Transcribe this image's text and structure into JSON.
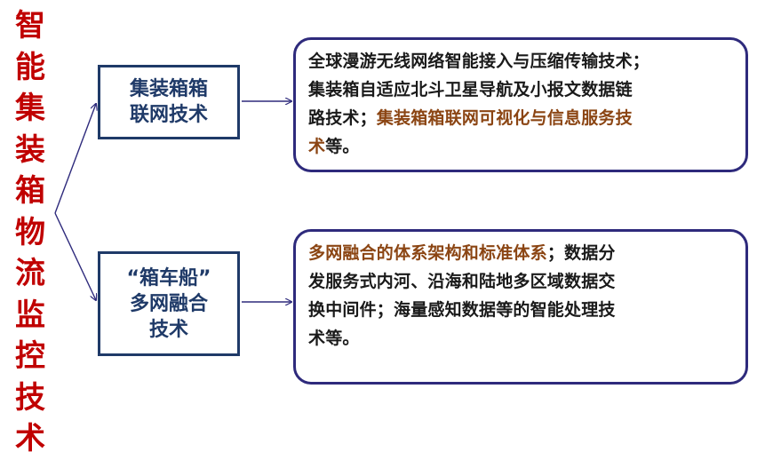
{
  "title_chars": [
    "智",
    "能",
    "集",
    "装",
    "箱",
    "物",
    "流",
    "监",
    "控",
    "技",
    "术"
  ],
  "colors": {
    "title": "#c00000",
    "node_border": "#1f3a68",
    "detail_border": "#2e2a7c",
    "highlight": "#8b4513",
    "text": "#1a1a1a"
  },
  "node1": {
    "line1": "集装箱箱",
    "line2": "联网技术"
  },
  "node2": {
    "line1": "“箱车船”",
    "line2": "多网融合",
    "line3": "技术"
  },
  "detail1": {
    "l1": "全球漫游无线网络智能接入与压缩传输技术；",
    "l2": "集装箱自适应北斗卫星导航及小报文数据链",
    "l3_plain": "路技术；",
    "l3_highlight": "集装箱箱联网可视化与信息服务技",
    "l4_highlight": "术",
    "l4_plain": "等。"
  },
  "detail2": {
    "l1_highlight": "多网融合的体系架构和标准体系",
    "l1_plain": "；数据分",
    "l2": "发服务式内河、沿海和陆地多区域数据交",
    "l3": "换中间件；海量感知数据等的智能处理技",
    "l4": "术等。"
  }
}
